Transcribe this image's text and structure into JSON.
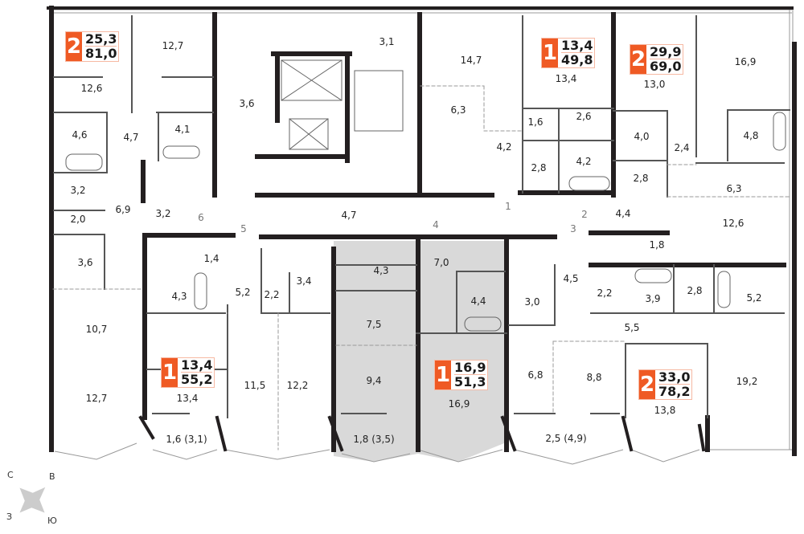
{
  "rooms": [
    "12,7",
    "12,6",
    "3,1",
    "3,6",
    "4,6",
    "4,7",
    "4,1",
    "3,2",
    "6,9",
    "2,0",
    "3,2",
    "4,7",
    "3,6",
    "1,4",
    "14,7",
    "6,3",
    "13,4",
    "1,6",
    "2,6",
    "4,2",
    "2,8",
    "4,2",
    "4,4",
    "13,0",
    "4,0",
    "2,4",
    "2,8",
    "16,9",
    "4,8",
    "6,3",
    "12,6",
    "1,8",
    "4,3",
    "7,0",
    "4,3",
    "5,2",
    "2,2",
    "3,4",
    "10,7",
    "7,5",
    "4,4",
    "3,0",
    "4,5",
    "2,2",
    "3,9",
    "2,8",
    "5,2",
    "5,5",
    "9,4",
    "11,5",
    "12,2",
    "12,7",
    "13,4",
    "16,9",
    "6,8",
    "8,8",
    "19,2",
    "13,8",
    "1,6 (3,1)",
    "1,8 (3,5)",
    "2,5 (4,9)"
  ],
  "doors": [
    "1",
    "2",
    "3",
    "4",
    "5",
    "6"
  ],
  "apartments": [
    {
      "rooms": "2",
      "living": "25,3",
      "total": "81,0"
    },
    {
      "rooms": "1",
      "living": "13,4",
      "total": "49,8"
    },
    {
      "rooms": "2",
      "living": "29,9",
      "total": "69,0"
    },
    {
      "rooms": "1",
      "living": "13,4",
      "total": "55,2"
    },
    {
      "rooms": "1",
      "living": "16,9",
      "total": "51,3"
    },
    {
      "rooms": "2",
      "living": "33,0",
      "total": "78,2"
    }
  ],
  "compass": {
    "north": "С",
    "east": "В",
    "west": "З",
    "south": "Ю"
  },
  "colors": {
    "accent": "#ef5a24",
    "wall": "#231f20",
    "highlight": "#d9d9d9"
  }
}
